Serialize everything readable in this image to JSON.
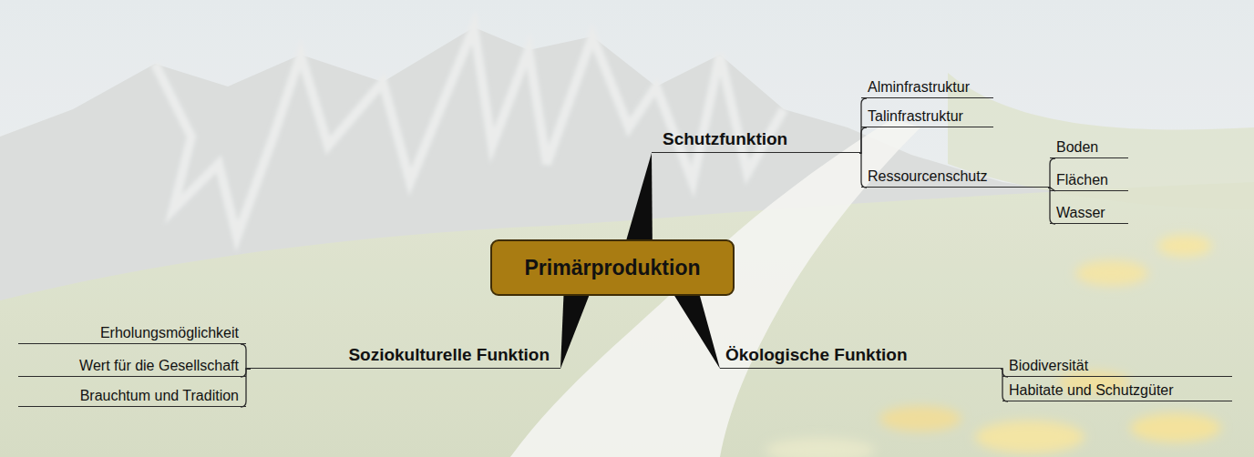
{
  "diagram": {
    "nodes": [
      {
        "text": [
          "Primärproduktion"
        ]
      },
      {
        "text": [
          "Schutzfunktion"
        ]
      },
      {
        "text": [
          "Alminfrastruktur"
        ]
      },
      {
        "text": [
          "Talinfrastruktur"
        ]
      },
      {
        "text": [
          "Ressourcenschutz"
        ]
      },
      {
        "text": [
          "Boden"
        ]
      },
      {
        "text": [
          "Flächen"
        ]
      },
      {
        "text": [
          "Wasser"
        ]
      },
      {
        "text": [
          "Soziokulturelle Funktion"
        ]
      },
      {
        "text": [
          "Erholungsmöglichkeit"
        ]
      },
      {
        "text": [
          "Wert für die Gesellschaft"
        ]
      },
      {
        "text": [
          "Brauchtum und Tradition"
        ]
      },
      {
        "text": [
          "Ökologische Funktion"
        ]
      },
      {
        "text": [
          "Biodiversität"
        ]
      },
      {
        "text": [
          "Habitate und Schutzgüter"
        ]
      }
    ],
    "edges": [
      {
        "from": 0,
        "to": 1,
        "arrow": "none"
      },
      {
        "from": 0,
        "to": 8,
        "arrow": "none"
      },
      {
        "from": 0,
        "to": 12,
        "arrow": "none"
      },
      {
        "from": 1,
        "to": 2,
        "arrow": "none"
      },
      {
        "from": 1,
        "to": 3,
        "arrow": "none"
      },
      {
        "from": 1,
        "to": 4,
        "arrow": "none"
      },
      {
        "from": 4,
        "to": 5,
        "arrow": "none"
      },
      {
        "from": 4,
        "to": 6,
        "arrow": "none"
      },
      {
        "from": 4,
        "to": 7,
        "arrow": "none"
      },
      {
        "from": 8,
        "to": 9,
        "arrow": "none"
      },
      {
        "from": 8,
        "to": 10,
        "arrow": "none"
      },
      {
        "from": 8,
        "to": 11,
        "arrow": "none"
      },
      {
        "from": 12,
        "to": 13,
        "arrow": "none"
      },
      {
        "from": 12,
        "to": 14,
        "arrow": "none"
      }
    ]
  }
}
